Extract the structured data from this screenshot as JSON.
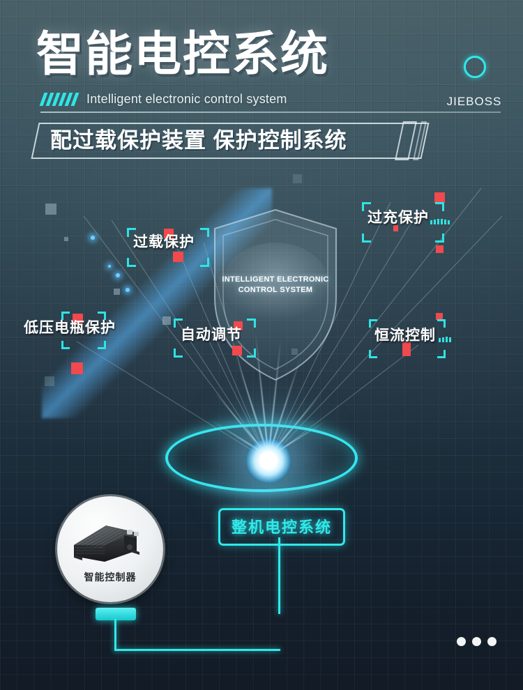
{
  "header": {
    "main_title": "智能电控系统",
    "subtitle_en": "Intelligent electronic control system",
    "brand": "JIEBOSS",
    "banner_text": "配过载保护装置  保护控制系统",
    "accent_color": "#2fe9ea"
  },
  "shield": {
    "line1": "INTELLIGENT ELECTRONIC",
    "line2": "CONTROL SYSTEM"
  },
  "features": [
    {
      "label": "过载保护",
      "position": "upper-left"
    },
    {
      "label": "过充保护",
      "position": "upper-right"
    },
    {
      "label": "低压电瓶保护",
      "position": "lower-left"
    },
    {
      "label": "自动调节",
      "position": "lower-center"
    },
    {
      "label": "恒流控制",
      "position": "lower-right"
    }
  ],
  "bottom": {
    "controller_caption": "智能控制器",
    "system_box_label": "整机电控系统"
  },
  "colors": {
    "cyan": "#2fe9ea",
    "red_marker": "#f0494e",
    "background_top": "#4a6068",
    "background_bottom": "#121b26"
  }
}
